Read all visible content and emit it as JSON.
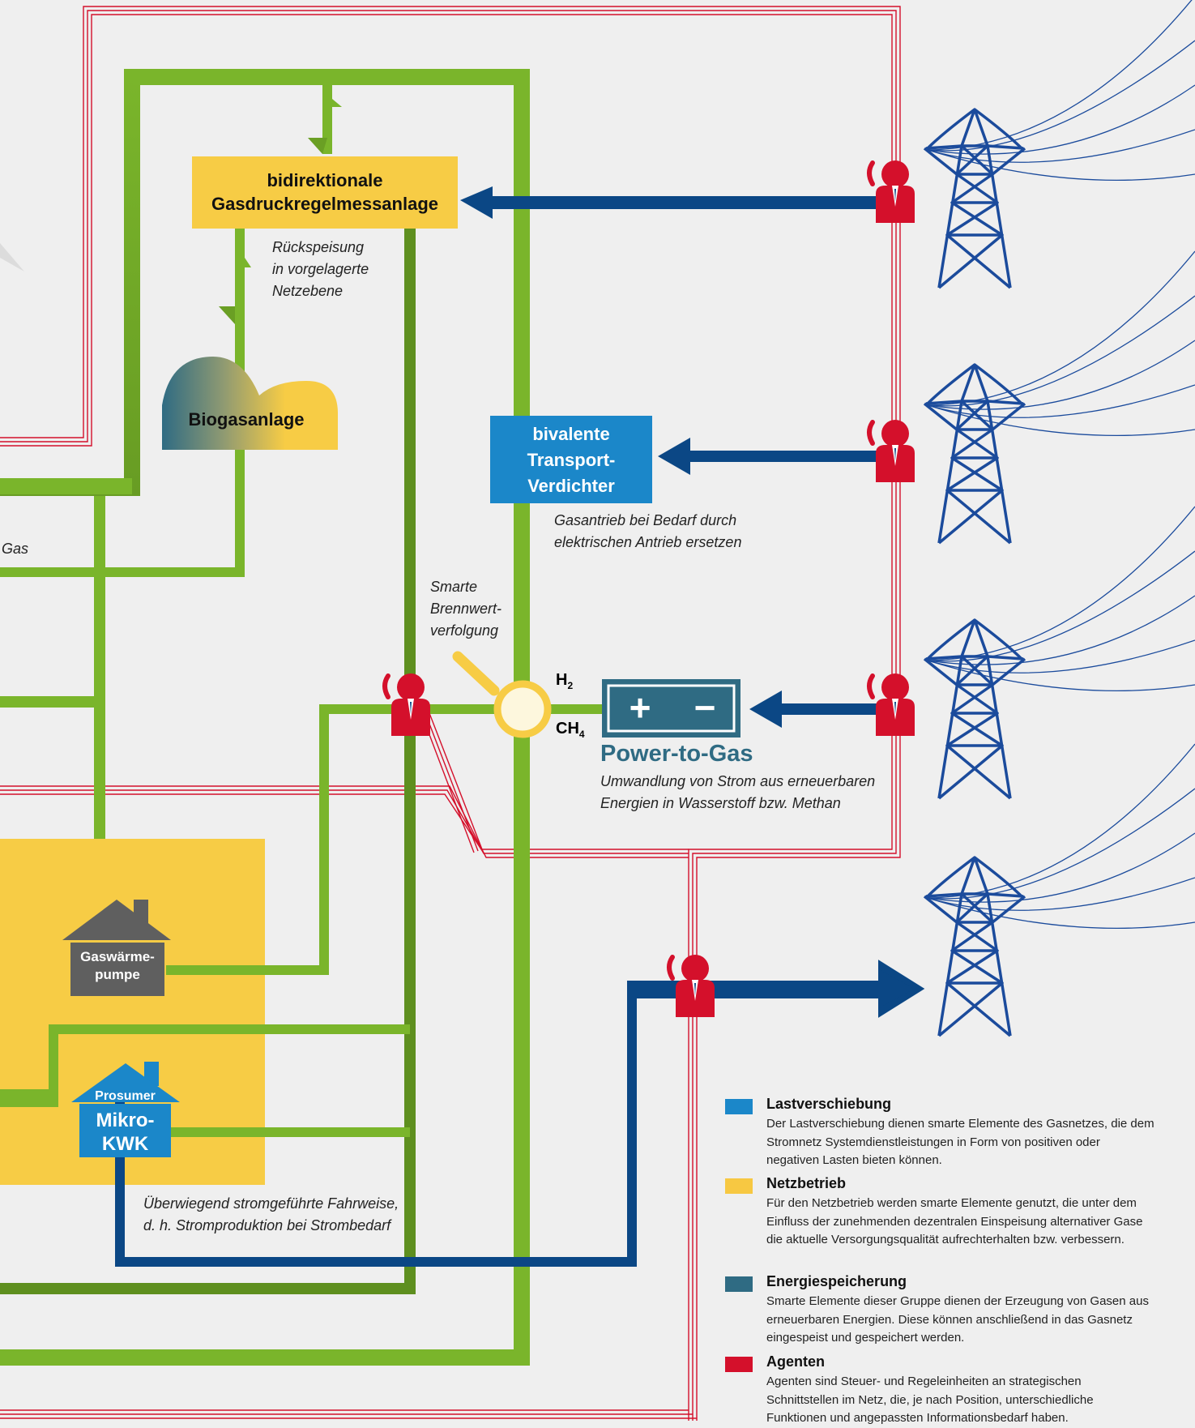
{
  "boxes": {
    "gdrm": "bidirektionale\nGasdruckregelmessanlage",
    "biogas": "Biogasanlage",
    "verdichter": "bivalente\nTransport-\nVerdichter",
    "gaswaermepumpe": "Gaswärme-\npumpe",
    "prosumer": "Prosumer",
    "mikrokwk": "Mikro-\nKWK",
    "p2g_title": "Power-to-Gas",
    "p2g_plus": "+",
    "p2g_minus": "−"
  },
  "notes": {
    "rueckspeisung": "Rückspeisung\nin vorgelagerte\nNetzebene",
    "gas": "Gas",
    "gasantrieb": "Gasantrieb bei Bedarf durch\nelektrischen Antrieb ersetzen",
    "brennwert": "Smarte\nBrennwert-\nverfolgung",
    "h2": "H",
    "h2_sub": "2",
    "ch4": "CH",
    "ch4_sub": "4",
    "p2g_desc": "Umwandlung von Strom aus erneuerbaren\nEnergien in Wasserstoff bzw. Methan",
    "fahrweise": "Überwiegend stromgeführte Fahrweise,\nd. h. Stromproduktion bei Strombedarf"
  },
  "legend": [
    {
      "title": "Lastverschiebung",
      "color": "#1b87c9",
      "text": "Der Lastverschiebung dienen smarte Elemente des Gasnetzes, die dem Stromnetz Systemdienstleistungen in Form von positiven oder negativen Lasten bieten können."
    },
    {
      "title": "Netzbetrieb",
      "color": "#f7c842",
      "text": "Für den Netzbetrieb werden smarte Elemente genutzt, die unter dem Einfluss der zunehmenden dezentralen Einspeisung alternativer Gase die aktuelle Versorgungsqualität aufrechterhalten bzw. verbessern."
    },
    {
      "title": "Energiespeicherung",
      "color": "#2f6b83",
      "text": "Smarte Elemente dieser Gruppe dienen der Erzeugung von Gasen aus erneuerbaren Energien. Diese können anschließend in das Gasnetz eingespeist und gespeichert werden."
    },
    {
      "title": "Agenten",
      "color": "#d4102b",
      "text": "Agenten sind Steuer- und Regeleinheiten an strategischen Schnittstellen im Netz, die, je nach Position, unterschiedliche Funktionen und angepassten Informationsbedarf haben."
    }
  ],
  "colors": {
    "green": "#7ab52b",
    "green_dark": "#5e8f1f",
    "yellow": "#f7cc45",
    "blue_box": "#1b87c9",
    "storage": "#2f6b83",
    "agent": "#d4102b",
    "navy": "#0b4785",
    "red_line": "#d4102b",
    "pylon": "#1b4b9c"
  }
}
